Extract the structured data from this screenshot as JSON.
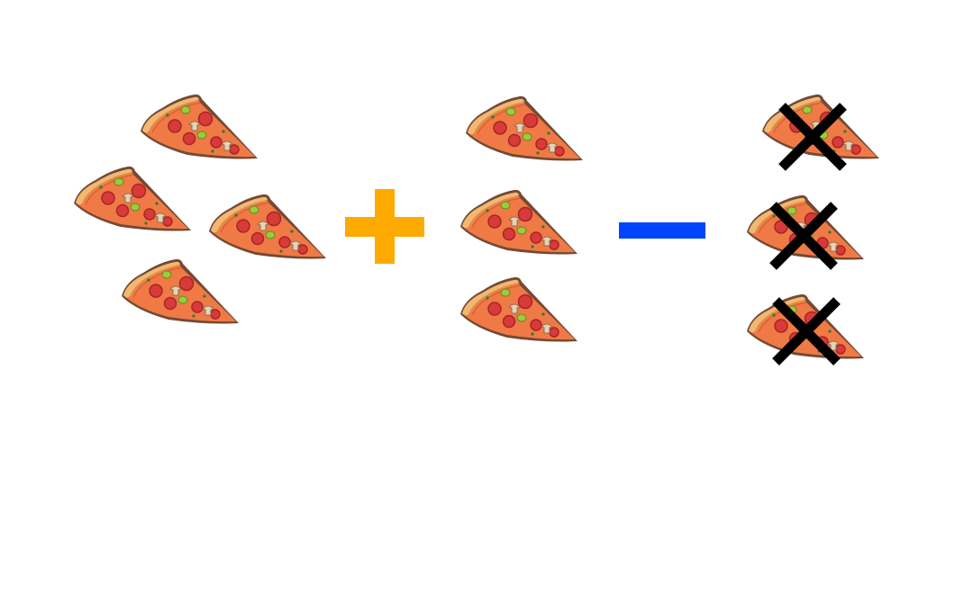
{
  "title": "",
  "groups": [
    {
      "id": "group-a",
      "count": 4,
      "crossed": false
    },
    {
      "id": "group-b",
      "count": 3,
      "crossed": false
    },
    {
      "id": "group-c",
      "count": 3,
      "crossed": true
    }
  ],
  "operators": [
    {
      "symbol": "plus",
      "color": "#FFAA00"
    },
    {
      "symbol": "minus",
      "color": "#0044FF"
    }
  ],
  "colors": {
    "crust": "#F2B872",
    "crust_dark": "#D9934A",
    "sauce": "#E8603A",
    "cheese": "#F07A45",
    "pepperoni": "#D83A3A",
    "pepperoni_edge": "#A82525",
    "olive": "#9CCB3B",
    "mushroom": "#E8D2B6",
    "outline": "#5A2A12",
    "cross": "#000000"
  },
  "icons": [
    "pizza-slice-icon",
    "plus-icon",
    "minus-icon",
    "cross-out-icon"
  ]
}
